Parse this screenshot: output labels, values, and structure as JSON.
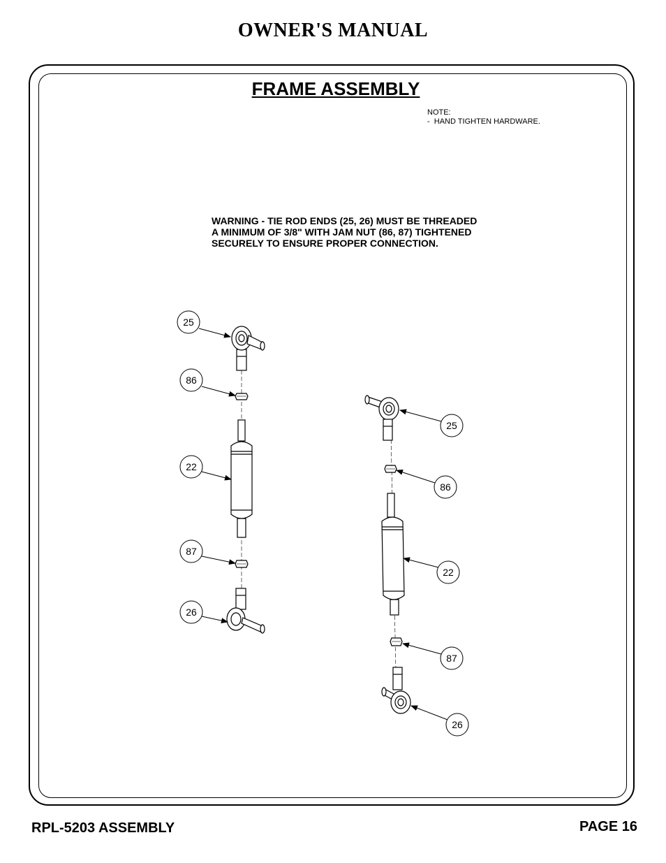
{
  "header": {
    "title": "OWNER'S MANUAL"
  },
  "section": {
    "title": "FRAME ASSEMBLY"
  },
  "note": {
    "text": "NOTE:\n-  HAND TIGHTEN HARDWARE."
  },
  "warning": {
    "lines": [
      "WARNING - TIE ROD ENDS (25, 26) MUST BE THREADED",
      "A MINIMUM OF 3/8\" WITH JAM NUT (86, 87) TIGHTENED",
      "SECURELY TO ENSURE PROPER CONNECTION."
    ]
  },
  "callouts": {
    "left": [
      "25",
      "86",
      "22",
      "87",
      "26"
    ],
    "right": [
      "25",
      "86",
      "22",
      "87",
      "26"
    ]
  },
  "footer": {
    "left": "RPL-5203 ASSEMBLY",
    "right": "PAGE 16"
  }
}
